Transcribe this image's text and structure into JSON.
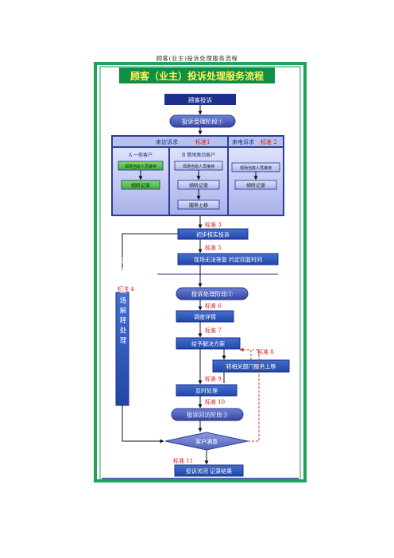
{
  "document_title": "顾客(业主)投诉处理服务流程",
  "chart_title": "顾客（业主）投诉处理服务流程",
  "colors": {
    "frame_green": "#1fa35a",
    "title_bg": "#12964a",
    "dark_box": "#1c2f8c",
    "mid_box": "#2f5fc0",
    "stage_oval": "#3f55b8",
    "panel_bg": "#c8cdf3",
    "red_text": "#d11b1b",
    "yellow_title": "#fff25a"
  },
  "nodes": {
    "customer_complaint": "顾客投诉",
    "stage1": "投诉受理阶段①",
    "visit_complaint": "来访诉求",
    "standard1": "标准1",
    "phone_complaint": "来电诉求",
    "standard2": "标准 2",
    "a_general": "A 一般客户",
    "b_influential": "B 情绪激动客户",
    "a_onsite": "现场当班人员接待",
    "b_onsite": "现场当班人员接待",
    "c_onsite": "现场当班人员接待",
    "listen_a": "倾听记录",
    "listen_b": "倾听记录",
    "listen_c": "倾听记录",
    "escalate": "服务上移",
    "standard3": "标准 3",
    "verify": "初步核实投诉",
    "standard5": "标准 5",
    "no_answer": "现场无法答复  约定回复时间",
    "standard4": "标准 4",
    "side_process": "受理人现场解释处理",
    "stage2": "投诉处理阶段②",
    "standard6": "标准 6",
    "investigate": "调查详情",
    "standard7": "标准 7",
    "solution": "给予解决方案",
    "standard8": "标准 8",
    "transfer": "转相关部门服务上移",
    "standard9": "标准 9",
    "timely": "及时处理",
    "standard10": "标准 10",
    "stage3": "投诉回访阶段③",
    "satisfied": "客户满意",
    "standard11": "标准 11",
    "close": "投诉关闭  记录结果"
  }
}
